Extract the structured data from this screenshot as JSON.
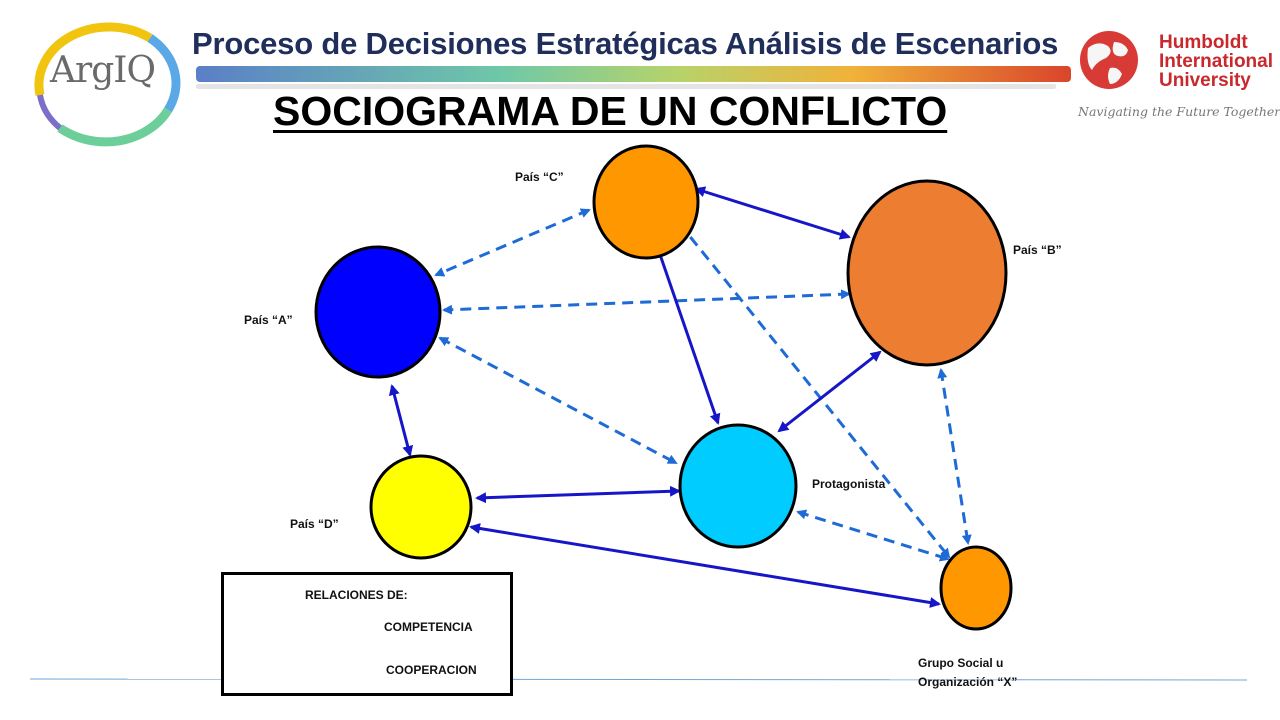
{
  "header": {
    "title": "Proceso de Decisiones Estratégicas Análisis de Escenarios",
    "main_title": "SOCIOGRAMA  DE  UN CONFLICTO"
  },
  "logos": {
    "left_logo_text": "ArgIQ",
    "right_logo_lines": [
      "Humboldt",
      "International",
      "University"
    ],
    "right_logo_tagline": "Navigating the Future Together"
  },
  "nodes": {
    "pais_c": {
      "label": "País  “C”",
      "color": "#ff9800"
    },
    "pais_b": {
      "label": "País  “B”",
      "color": "#ed7d31"
    },
    "pais_a": {
      "label": "País  “A”",
      "color": "#0000ff"
    },
    "pais_d": {
      "label": "País  “D”",
      "color": "#ffff00"
    },
    "protagonista": {
      "label": "Protagonista",
      "color": "#00ccff"
    },
    "grupo_x": {
      "label_line1": "Grupo Social u",
      "label_line2": "Organización  “X”",
      "color": "#ff9800"
    }
  },
  "legend": {
    "title": "RELACIONES  DE:",
    "competencia": "COMPETENCIA",
    "cooperacion": "COOPERACION"
  },
  "colors": {
    "competencia_line": "#1e6bd6",
    "cooperacion_line": "#1616c8",
    "header_text": "#1f2e5a",
    "accent_red": "#c9282d"
  }
}
